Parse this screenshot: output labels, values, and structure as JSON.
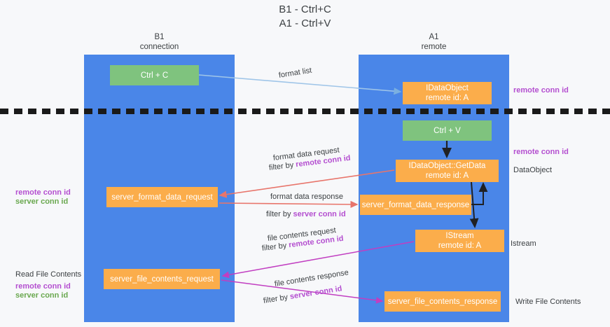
{
  "title": "B1 - Ctrl+C\nA1 - Ctrl+V",
  "columns": {
    "left": "B1\nconnection",
    "right": "A1\nremote"
  },
  "colors": {
    "lane": "#4a86e8",
    "box_orange": "#fbad4b",
    "box_green": "#7fc37e",
    "accent_purple": "#b44fd0",
    "accent_green": "#6aa84f",
    "arrow_red": "#e8756b",
    "arrow_blue": "#9fc5e8",
    "arrow_magenta": "#c13ec1",
    "arrow_dark": "#202124",
    "divider": "#1a1a1a"
  },
  "boxes": {
    "ctrl_c": "Ctrl + C",
    "idataobject": "IDataObject\nremote id: A",
    "ctrl_v": "Ctrl + V",
    "getdata": "IDataObject::GetData\nremote id: A",
    "server_format_data_request": "server_format_data_request",
    "server_format_data_response": "server_format_data_response",
    "istream": "IStream\nremote id: A",
    "server_file_contents_request": "server_file_contents_request",
    "server_file_contents_response": "server_file_contents_response"
  },
  "edge_labels": {
    "format_list": "format list",
    "format_data_request": "format data request",
    "format_data_request_filter_prefix": "filter by ",
    "format_data_request_filter_key": "remote conn id",
    "format_data_response": "format data response",
    "format_data_response_filter_prefix": "filter by ",
    "format_data_response_filter_key": "server conn id",
    "file_contents_request": "file contents request",
    "file_contents_request_filter_prefix": "filter by ",
    "file_contents_request_filter_key": "remote conn id",
    "file_contents_response": "file contents response",
    "file_contents_response_filter_prefix": "filter by ",
    "file_contents_response_filter_key": "server conn id"
  },
  "side_labels": {
    "right_remote_conn_id_top": "remote conn id",
    "right_remote_conn_id_mid": "remote conn id",
    "right_dataobject": "DataObject",
    "right_istream": "Istream",
    "right_write_file_contents": "Write File Contents",
    "left_remote_conn_id_mid": "remote conn id",
    "left_server_conn_id_mid": "server conn id",
    "left_read_file_contents": "Read File Contents",
    "left_remote_conn_id_bottom": "remote conn id",
    "left_server_conn_id_bottom": "server conn id"
  }
}
